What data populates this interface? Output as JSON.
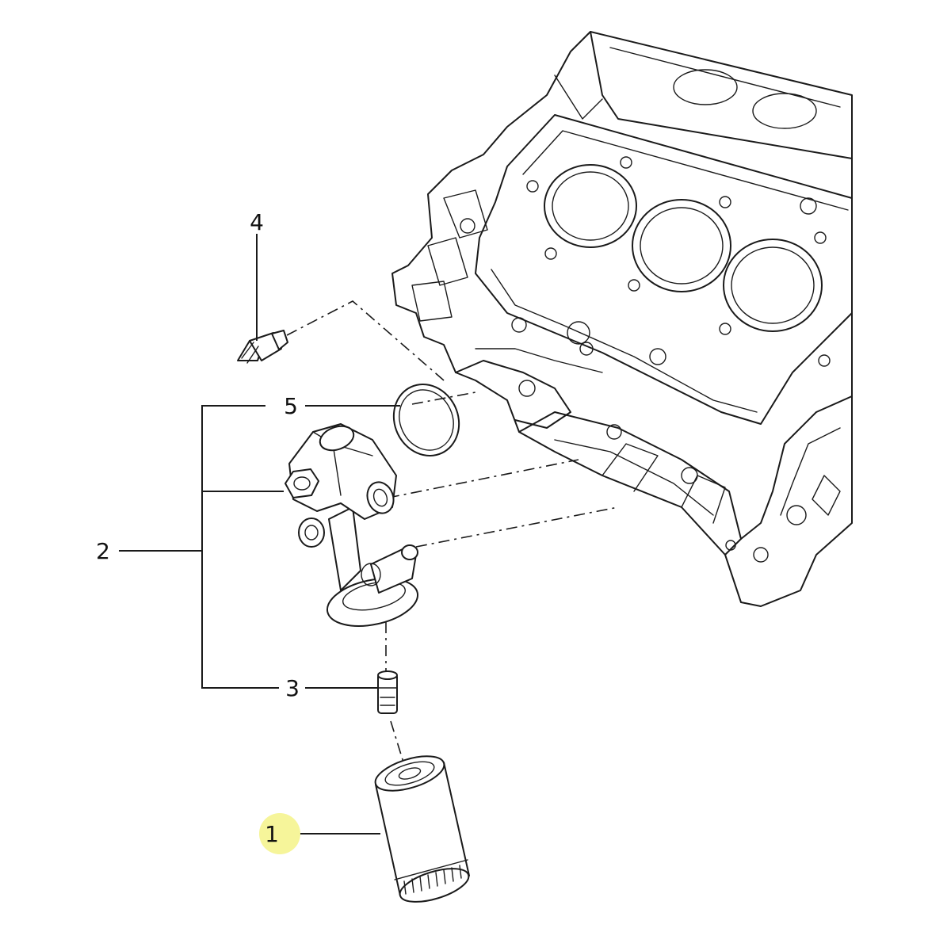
{
  "callouts": [
    {
      "id": "1",
      "label": "1",
      "highlighted": true
    },
    {
      "id": "2",
      "label": "2",
      "highlighted": false
    },
    {
      "id": "3",
      "label": "3",
      "highlighted": false
    },
    {
      "id": "4",
      "label": "4",
      "highlighted": false
    },
    {
      "id": "5",
      "label": "5",
      "highlighted": false
    }
  ],
  "colors": {
    "highlight": "#f6f59a",
    "ink": "#1a1a1a",
    "background": "#ffffff"
  }
}
